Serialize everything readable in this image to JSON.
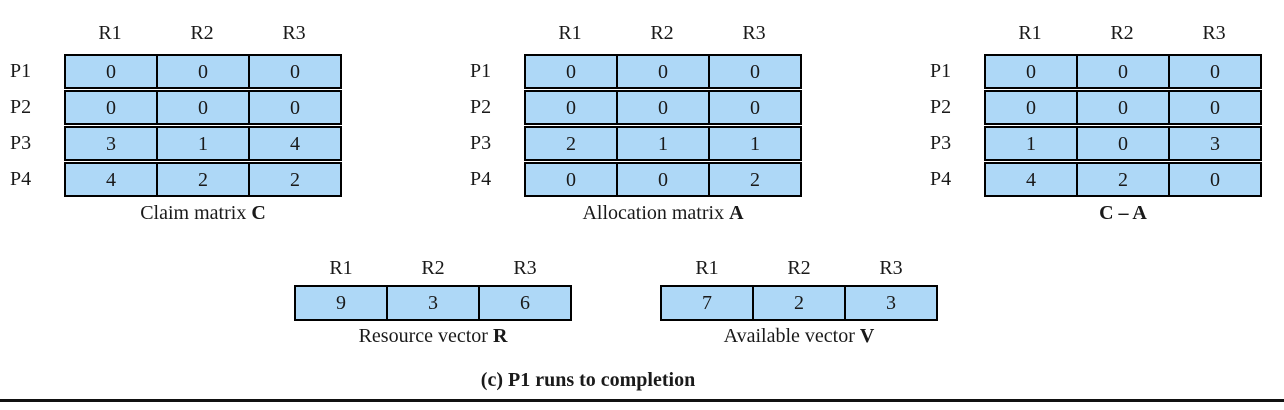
{
  "figure": {
    "resource_headers": [
      "R1",
      "R2",
      "R3"
    ],
    "process_labels": [
      "P1",
      "P2",
      "P3",
      "P4"
    ],
    "matrices": [
      {
        "caption_text": "Claim matrix ",
        "caption_bold": "C",
        "rows": [
          [
            0,
            0,
            0
          ],
          [
            0,
            0,
            0
          ],
          [
            3,
            1,
            4
          ],
          [
            4,
            2,
            2
          ]
        ]
      },
      {
        "caption_text": "Allocation matrix ",
        "caption_bold": "A",
        "rows": [
          [
            0,
            0,
            0
          ],
          [
            0,
            0,
            0
          ],
          [
            2,
            1,
            1
          ],
          [
            0,
            0,
            2
          ]
        ]
      },
      {
        "caption_text": "",
        "caption_bold": "C – A",
        "rows": [
          [
            0,
            0,
            0
          ],
          [
            0,
            0,
            0
          ],
          [
            1,
            0,
            3
          ],
          [
            4,
            2,
            0
          ]
        ]
      }
    ],
    "vectors": [
      {
        "caption_text": "Resource vector ",
        "caption_bold": "R",
        "values": [
          9,
          3,
          6
        ]
      },
      {
        "caption_text": "Available vector ",
        "caption_bold": "V",
        "values": [
          7,
          2,
          3
        ]
      }
    ],
    "bottom_caption": "(c) P1 runs to completion",
    "colors": {
      "cell_fill": "#aed8f7",
      "border": "#000000",
      "text": "#1a1a1a"
    }
  }
}
